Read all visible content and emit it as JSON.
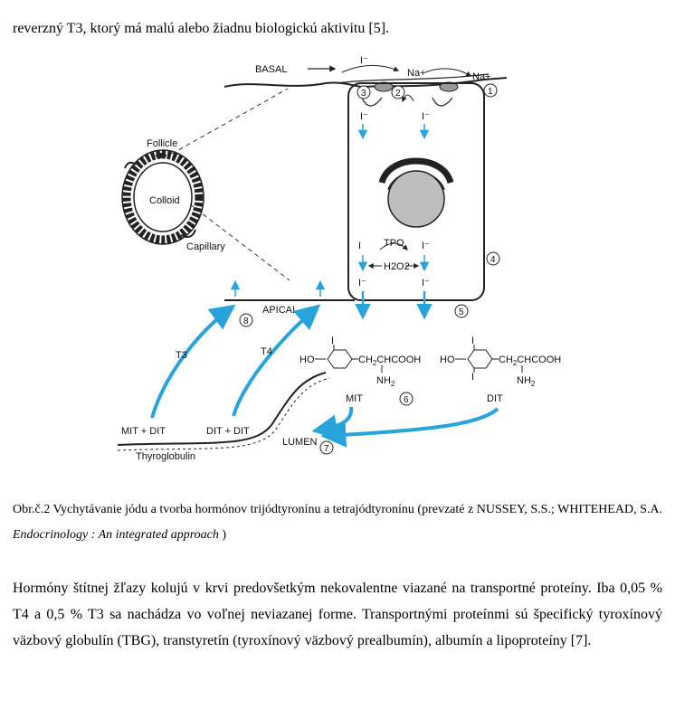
{
  "text_top": "reverzný T3, ktorý má malú alebo žiadnu biologickú aktivitu [5].",
  "figure": {
    "labels": {
      "basal": "BASAL",
      "apical": "APICAL",
      "follicle": "Follicle",
      "colloid": "Colloid",
      "capillary": "Capillary",
      "lumen": "LUMEN",
      "thyroglobulin": "Thyroglobulin",
      "mit_dit_left": "MIT + DIT",
      "dit_dit": "DIT + DIT",
      "t3": "T3",
      "t4": "T4",
      "mit": "MIT",
      "dit": "DIT",
      "iodide": "I⁻",
      "iodine": "I",
      "na_plus": "Na+",
      "tpo": "TPO",
      "h2o2": "H2O2",
      "mit_structure": "HO-⟨⟩-CH2CHCOOH",
      "dit_structure": "HO-⟨⟩-CH2CHCOOH",
      "nh2": "NH2"
    },
    "steps": [
      "1",
      "2",
      "3",
      "4",
      "5",
      "6",
      "7",
      "8"
    ]
  },
  "caption": {
    "prefix": "Obr.č.2 Vychytávanie jódu a tvorba hormónov trijódtyronínu a tetrajódtyronínu (prevzaté z NUSSEY, S.S.; WHITEHEAD, S.A. ",
    "italic": "Endocrinology : An integrated approach",
    "suffix": " )"
  },
  "text_bottom": "Hormóny štítnej žľazy kolujú v krvi predovšetkým nekovalentne viazané na transportné proteíny. Iba 0,05 % T4 a 0,5 % T3 sa nachádza vo voľnej neviazanej forme. Transportnými proteínmi sú špecifický tyroxínový väzbový globulín (TBG), transtyretín (tyroxínový väzbový prealbumín), albumín a lipoproteíny [7].",
  "colors": {
    "arrow_blue": "#29a3dc",
    "line": "#222222",
    "nucleus": "#bdbdbd"
  }
}
